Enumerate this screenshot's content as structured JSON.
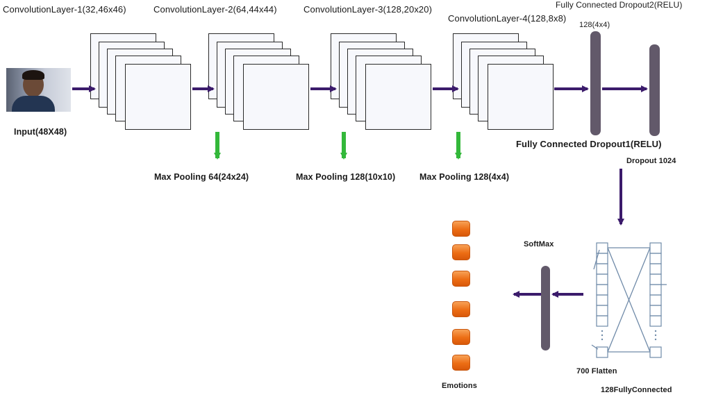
{
  "labels": {
    "conv1": "ConvolutionLayer-1(32,46x46)",
    "conv2": "ConvolutionLayer-2(64,44x44)",
    "conv3": "ConvolutionLayer-3(128,20x20)",
    "conv4": "ConvolutionLayer-4(128,8x8)",
    "fc_dropout2": "Fully Connected Dropout2(RELU)",
    "fc_size": "128(4x4)",
    "input": "Input(48X48)",
    "fc_dropout1": "Fully Connected Dropout1(RELU)",
    "dropout": "Dropout 1024",
    "pool1": "Max Pooling 64(24x24)",
    "pool2": "Max Pooling 128(10x10)",
    "pool3": "Max Pooling 128(4x4)",
    "softmax": "SoftMax",
    "flatten": "700 Flatten",
    "fully_connected": "128FullyConnected",
    "emotions": "Emotions"
  },
  "colors": {
    "arrow_main": "#3b1b6b",
    "arrow_pool": "#33b83a",
    "dense_bar": "#62596a",
    "emotion_box": "#ee7118",
    "fc_lines": "#6f8aa8"
  }
}
